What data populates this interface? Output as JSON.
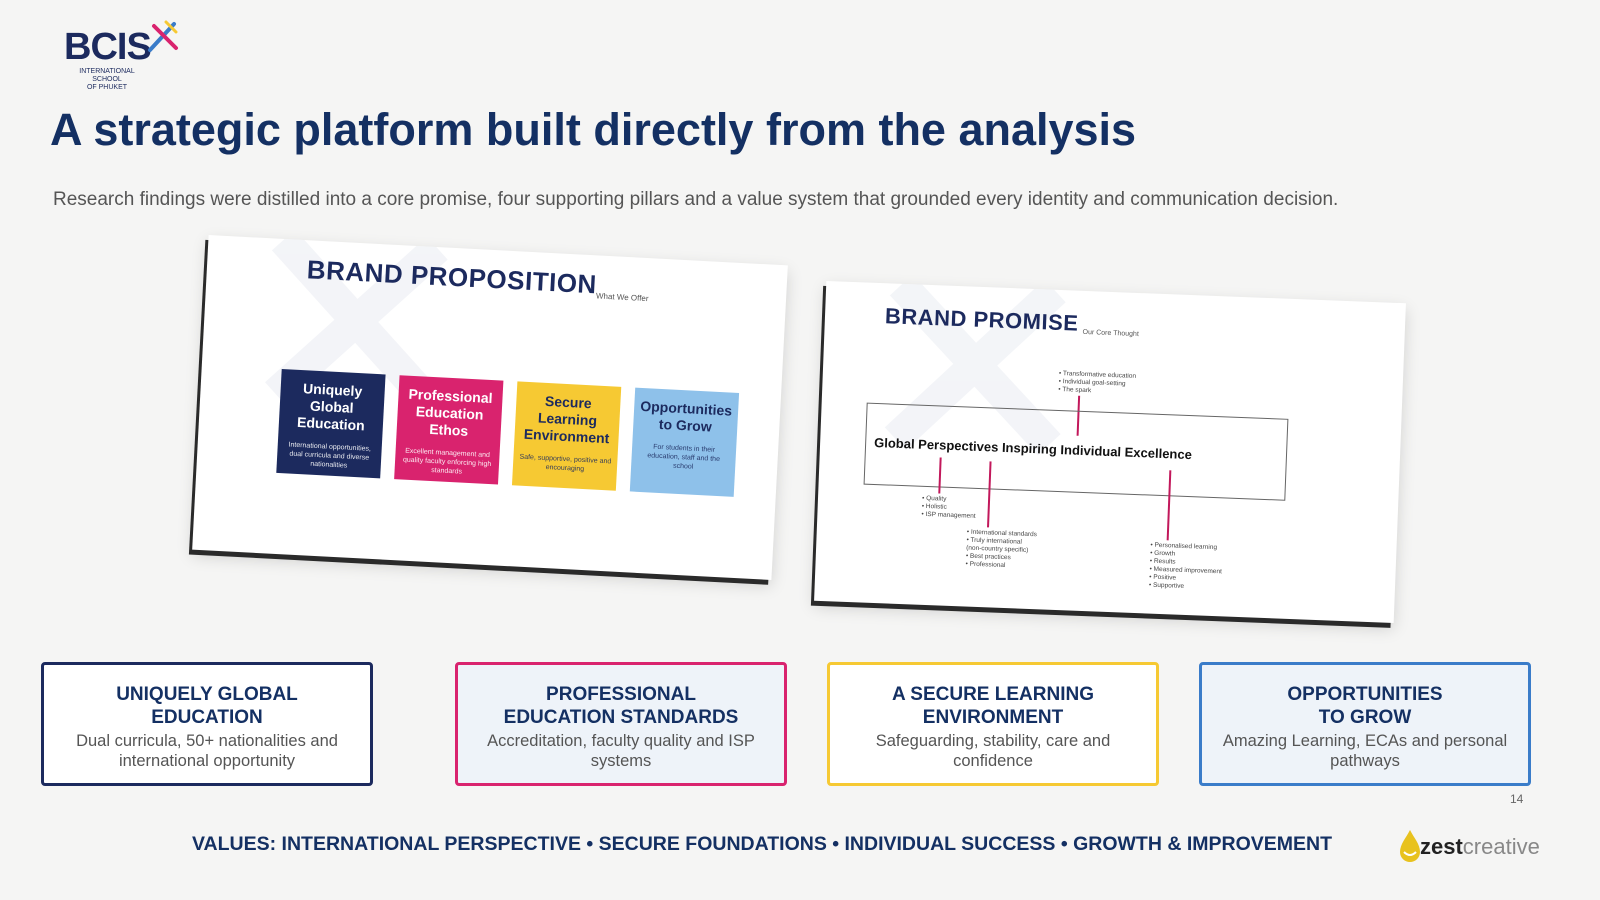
{
  "logo": {
    "name": "BCIS",
    "sub_line1": "INTERNATIONAL SCHOOL",
    "sub_line2": "OF PHUKET"
  },
  "title": "A strategic platform built directly from the analysis",
  "subtitle": "Research findings were distilled into a core promise, four supporting pillars and a value system that grounded every identity and communication decision.",
  "slide1": {
    "title": "BRAND PROPOSITION",
    "tag": "What We Offer",
    "pillars": [
      {
        "head": "Uniquely Global Education",
        "desc": "International opportunities, dual curricula and diverse nationalities",
        "color": "#1c2a5e"
      },
      {
        "head": "Professional Education Ethos",
        "desc": "Excellent management and quality faculty enforcing high standards",
        "color": "#d9236e"
      },
      {
        "head": "Secure Learning Environment",
        "desc": "Safe, supportive, positive and encouraging",
        "color": "#f6c933"
      },
      {
        "head": "Opportunities to Grow",
        "desc": "For students in their education, staff and the school",
        "color": "#8ec1ea"
      }
    ]
  },
  "slide2": {
    "title": "BRAND PROMISE",
    "tag": "Our Core Thought",
    "promise": "Global Perspectives Inspiring Individual Excellence",
    "top_list": "• Transformative education\n• Individual goal-setting\n• The spark",
    "left_list": "• Quality\n• Holistic\n• ISP management",
    "mid_list": "• International standards\n• Truly international\n(non-country specific)\n• Best practices\n• Professional",
    "right_list": "• Personalised learning\n• Growth\n• Results\n• Measured improvement\n• Positive\n• Supportive"
  },
  "cards": [
    {
      "title": "UNIQUELY GLOBAL EDUCATION",
      "desc": "Dual curricula, 50+ nationalities and international opportunity",
      "border": "#1c2a5e",
      "bg": "#ffffff"
    },
    {
      "title": "PROFESSIONAL EDUCATION STANDARDS",
      "desc": "Accreditation, faculty quality and ISP systems",
      "border": "#d9236e",
      "bg": "#eef3f9"
    },
    {
      "title": "A SECURE LEARNING ENVIRONMENT",
      "desc": "Safeguarding, stability, care and confidence",
      "border": "#f6c933",
      "bg": "#ffffff"
    },
    {
      "title": "OPPORTUNITIES TO GROW",
      "desc": "Amazing Learning, ECAs and personal pathways",
      "border": "#3a7cc9",
      "bg": "#eef3f9"
    }
  ],
  "page_number": "14",
  "values": "VALUES:  INTERNATIONAL PERSPECTIVE  •  SECURE FOUNDATIONS  •  INDIVIDUAL SUCCESS  •  GROWTH & IMPROVEMENT",
  "brand": {
    "bold": "zest",
    "light": "creative"
  }
}
